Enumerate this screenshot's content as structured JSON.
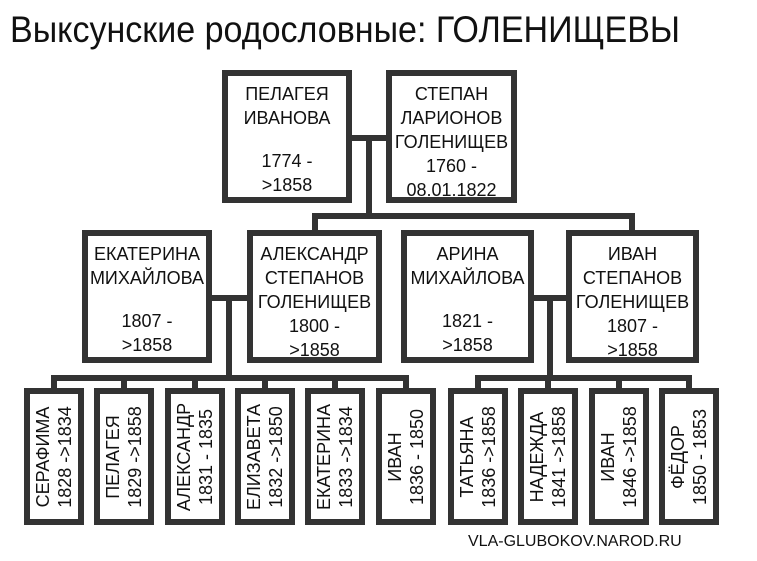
{
  "title": "Выксунские родословные: ГОЛЕНИЩЕВЫ",
  "root": {
    "mother": {
      "line1": "ПЕЛАГЕЯ",
      "line2": "ИВАНОВА",
      "line3": "",
      "born": "1774 -",
      "died": ">1858"
    },
    "father": {
      "line1": "СТЕПАН",
      "line2": "ЛАРИОНОВ",
      "line3": "ГОЛЕНИЩЕВ",
      "born": "1760 -",
      "died": "08.01.1822"
    }
  },
  "couple_left": {
    "wife": {
      "line1": "ЕКАТЕРИНА",
      "line2": "МИХАЙЛОВА",
      "line3": "",
      "born": "1807 -",
      "died": ">1858"
    },
    "husband": {
      "line1": "АЛЕКСАНДР",
      "line2": "СТЕПАНОВ",
      "line3": "ГОЛЕНИЩЕВ",
      "born": "1800 -",
      "died": ">1858"
    }
  },
  "couple_right": {
    "wife": {
      "line1": "АРИНА",
      "line2": "МИХАЙЛОВА",
      "line3": "",
      "born": "1821 -",
      "died": ">1858"
    },
    "husband": {
      "line1": "ИВАН",
      "line2": "СТЕПАНОВ",
      "line3": "ГОЛЕНИЩЕВ",
      "born": "1807 -",
      "died": ">1858"
    }
  },
  "children_left": [
    {
      "name": "СЕРАФИМА",
      "dates": "1828 ->1834"
    },
    {
      "name": "ПЕЛАГЕЯ",
      "dates": "1829 ->1858"
    },
    {
      "name": "АЛЕКСАНДР",
      "dates": "1831 - 1835"
    },
    {
      "name": "ЕЛИЗАВЕТА",
      "dates": "1832 ->1850"
    },
    {
      "name": "ЕКАТЕРИНА",
      "dates": "1833 ->1834"
    },
    {
      "name": "ИВАН",
      "dates": "1836 - 1850"
    }
  ],
  "children_right": [
    {
      "name": "ТАТЬЯНА",
      "dates": "1836 ->1858"
    },
    {
      "name": "НАДЕЖДА",
      "dates": "1841 ->1858"
    },
    {
      "name": "ИВАН",
      "dates": "1846 ->1858"
    },
    {
      "name": "ФЁДОР",
      "dates": "1850 - 1853"
    }
  ],
  "footer": "VLA-GLUBOKOV.NAROD.RU",
  "colors": {
    "line": "#333333",
    "text": "#111111",
    "background": "#ffffff"
  }
}
